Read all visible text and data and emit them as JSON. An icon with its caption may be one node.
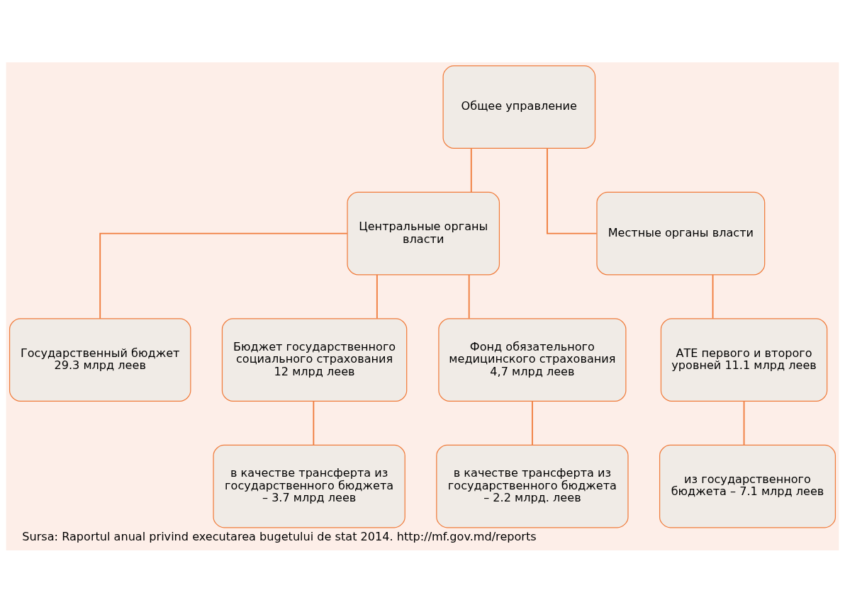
{
  "diagram": {
    "caption": "Sursa: Raportul anual privind executarea bugetului de stat 2014. http://mf.gov.md/reports",
    "nodes": [
      {
        "text": [
          "Общее управление"
        ]
      },
      {
        "text": [
          "Центральные органы власти"
        ]
      },
      {
        "text": [
          "Местные органы власти"
        ]
      },
      {
        "text": [
          "Государственный бюджет 29.3 млрд леев"
        ]
      },
      {
        "text": [
          "Бюджет государственного социального страхования 12 млрд леев"
        ]
      },
      {
        "text": [
          "Фонд обязательного медицинского страхования 4,7 млрд леев"
        ]
      },
      {
        "text": [
          "АТЕ первого и второго уровней 11.1 млрд леев"
        ]
      },
      {
        "text": [
          "в качестве трансферта из государственного бюджета – 3.7 млрд леев"
        ]
      },
      {
        "text": [
          "в качестве трансферта из государственного бюджета – 2.2 млрд. леев"
        ]
      },
      {
        "text": [
          "из государственного бюджета – 7.1 млрд леев"
        ]
      }
    ],
    "edges": [
      {
        "from": 0,
        "to": 1,
        "arrow": "none"
      },
      {
        "from": 0,
        "to": 2,
        "arrow": "none"
      },
      {
        "from": 1,
        "to": 3,
        "arrow": "none"
      },
      {
        "from": 1,
        "to": 4,
        "arrow": "none"
      },
      {
        "from": 1,
        "to": 5,
        "arrow": "none"
      },
      {
        "from": 2,
        "to": 6,
        "arrow": "none"
      },
      {
        "from": 4,
        "to": 7,
        "arrow": "none"
      },
      {
        "from": 5,
        "to": 8,
        "arrow": "none"
      },
      {
        "from": 6,
        "to": 9,
        "arrow": "none"
      }
    ]
  }
}
